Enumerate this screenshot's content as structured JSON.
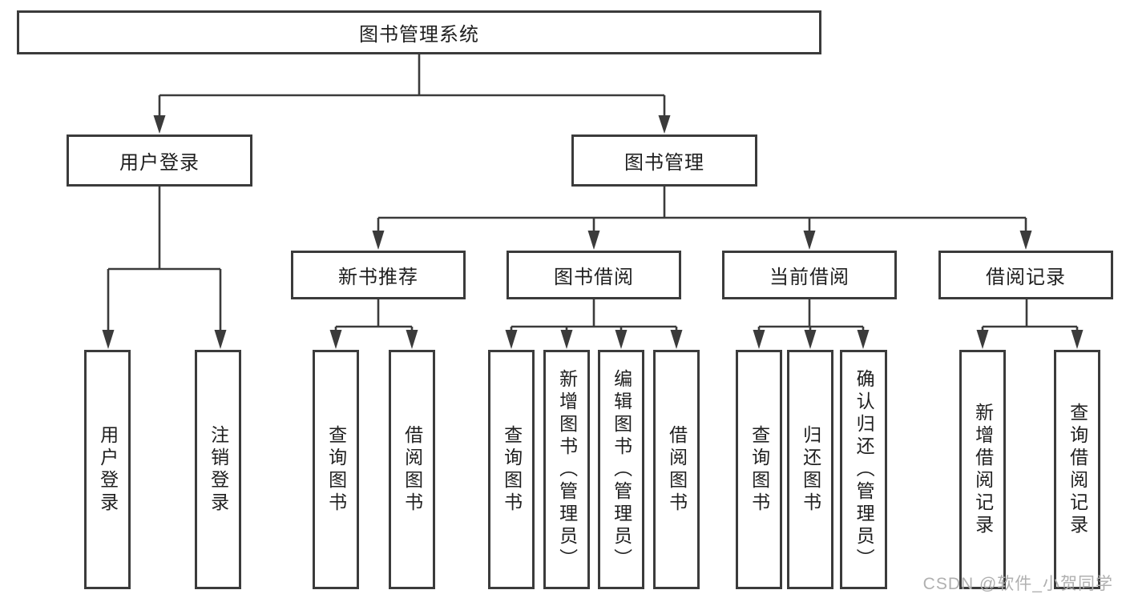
{
  "tree": {
    "label": "图书管理系统",
    "children": [
      {
        "label": "用户登录",
        "children": [
          {
            "label": "用户登录"
          },
          {
            "label": "注销登录"
          }
        ]
      },
      {
        "label": "图书管理",
        "children": [
          {
            "label": "新书推荐",
            "children": [
              {
                "label": "查询图书"
              },
              {
                "label": "借阅图书"
              }
            ]
          },
          {
            "label": "图书借阅",
            "children": [
              {
                "label": "查询图书"
              },
              {
                "label": "新增图书（管理员）"
              },
              {
                "label": "编辑图书（管理员）"
              },
              {
                "label": "借阅图书"
              }
            ]
          },
          {
            "label": "当前借阅",
            "children": [
              {
                "label": "查询图书"
              },
              {
                "label": "归还图书"
              },
              {
                "label": "确认归还（管理员）"
              }
            ]
          },
          {
            "label": "借阅记录",
            "children": [
              {
                "label": "新增借阅记录"
              },
              {
                "label": "查询借阅记录"
              }
            ]
          }
        ]
      }
    ]
  },
  "watermark": {
    "text": "CSDN @软件_小贺同学"
  },
  "colors": {
    "line": "#3b3b3b",
    "box_border": "#3b3b3b",
    "text": "#1f1f1f",
    "watermark": "#b0b0b0",
    "background": "#ffffff"
  }
}
